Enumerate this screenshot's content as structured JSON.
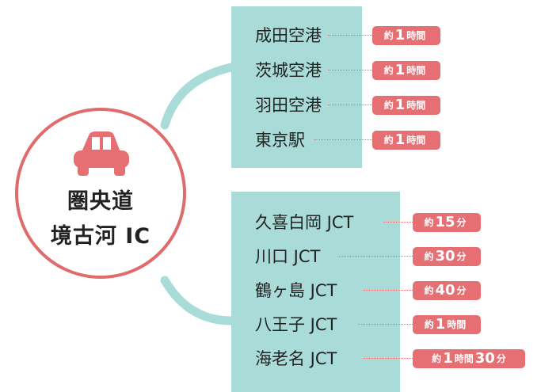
{
  "hub": {
    "line1": "圏央道",
    "line2": "境古河 IC"
  },
  "colors": {
    "accent": "#e56f73",
    "ring": "#df6b6b",
    "panel": "#a9dcd8",
    "connector": "#a9dcd8"
  },
  "airports_group": [
    {
      "name": "成田空港",
      "time": {
        "prefix": "約",
        "num1": "1",
        "unit1": "時間",
        "num2": "",
        "unit2": ""
      }
    },
    {
      "name": "茨城空港",
      "time": {
        "prefix": "約",
        "num1": "1",
        "unit1": "時間",
        "num2": "",
        "unit2": ""
      }
    },
    {
      "name": "羽田空港",
      "time": {
        "prefix": "約",
        "num1": "1",
        "unit1": "時間",
        "num2": "",
        "unit2": ""
      }
    },
    {
      "name": "東京駅",
      "time": {
        "prefix": "約",
        "num1": "1",
        "unit1": "時間",
        "num2": "",
        "unit2": ""
      }
    }
  ],
  "junctions_group": [
    {
      "name": "久喜白岡 JCT",
      "time": {
        "prefix": "約",
        "num1": "15",
        "unit1": "分",
        "num2": "",
        "unit2": ""
      }
    },
    {
      "name": "川口 JCT",
      "time": {
        "prefix": "約",
        "num1": "30",
        "unit1": "分",
        "num2": "",
        "unit2": ""
      }
    },
    {
      "name": "鶴ヶ島 JCT",
      "time": {
        "prefix": "約",
        "num1": "40",
        "unit1": "分",
        "num2": "",
        "unit2": ""
      }
    },
    {
      "name": "八王子 JCT",
      "time": {
        "prefix": "約",
        "num1": "1",
        "unit1": "時間",
        "num2": "",
        "unit2": ""
      }
    },
    {
      "name": "海老名 JCT",
      "time": {
        "prefix": "約",
        "num1": "1",
        "unit1": "時間",
        "num2": "30",
        "unit2": "分"
      }
    }
  ]
}
